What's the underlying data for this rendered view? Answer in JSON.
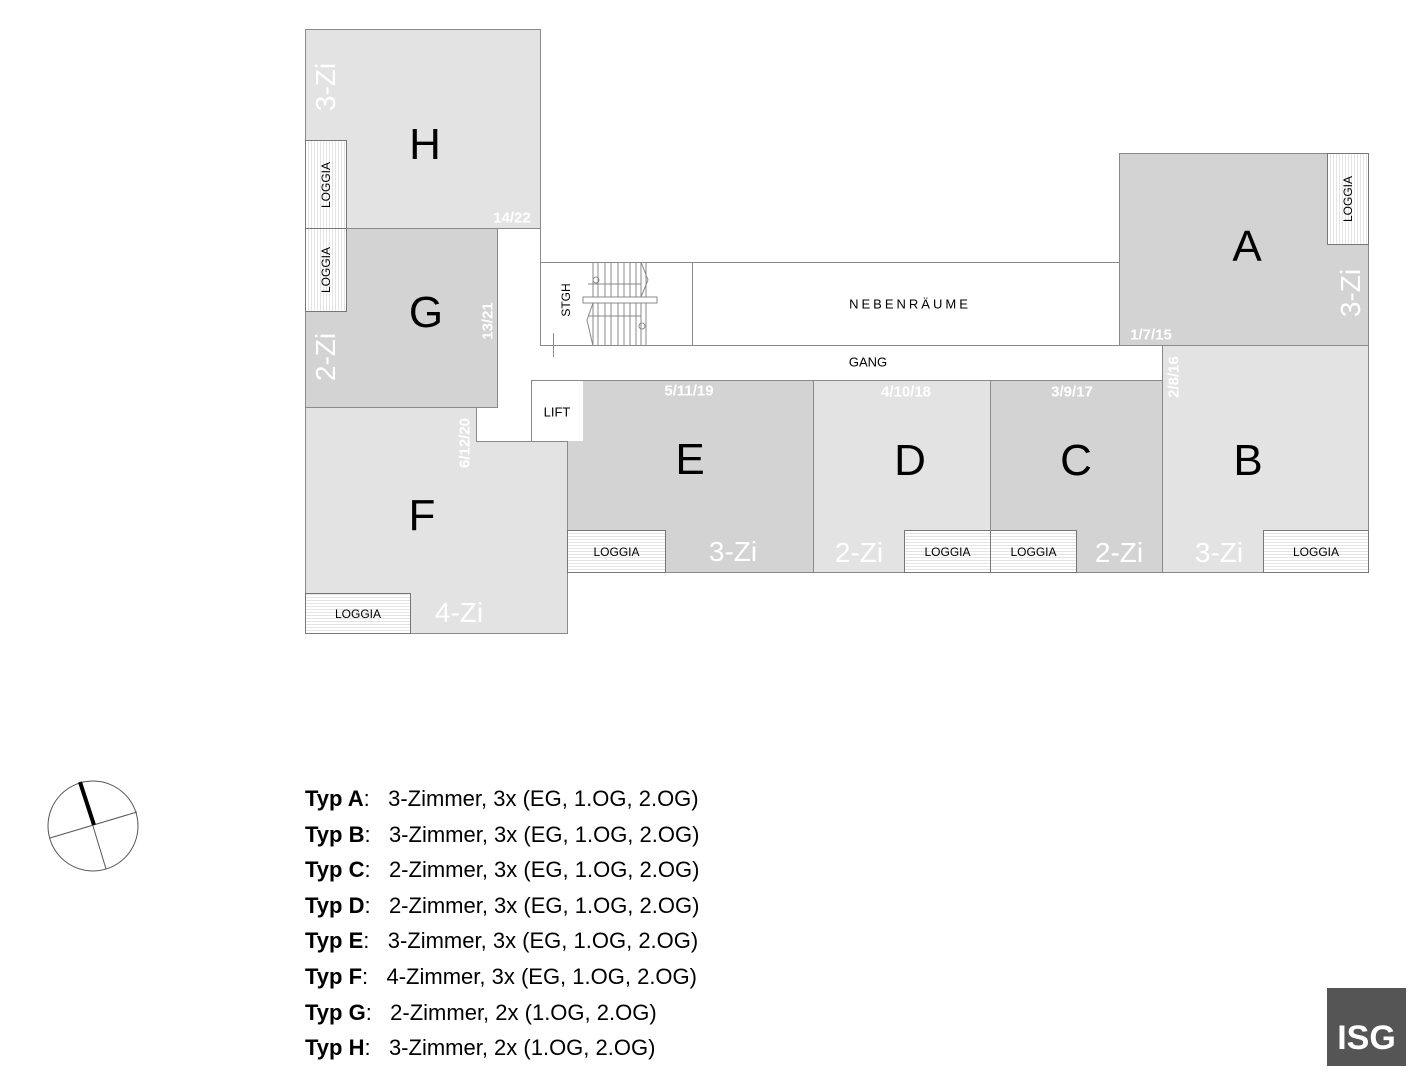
{
  "units": [
    {
      "letter": "H",
      "rooms": "3-Zi",
      "numbers": "14/22",
      "loggia": "LOGGIA",
      "shade": "light"
    },
    {
      "letter": "G",
      "rooms": "2-Zi",
      "numbers": "13/21",
      "loggia": "LOGGIA",
      "shade": "dark"
    },
    {
      "letter": "F",
      "rooms": "4-Zi",
      "numbers": "6/12/20",
      "loggia": "LOGGIA",
      "shade": "light"
    },
    {
      "letter": "E",
      "rooms": "3-Zi",
      "numbers": "5/11/19",
      "loggia": "LOGGIA",
      "shade": "dark"
    },
    {
      "letter": "D",
      "rooms": "2-Zi",
      "numbers": "4/10/18",
      "loggia": "LOGGIA",
      "shade": "light"
    },
    {
      "letter": "C",
      "rooms": "2-Zi",
      "numbers": "3/9/17",
      "loggia": "LOGGIA",
      "shade": "dark"
    },
    {
      "letter": "B",
      "rooms": "3-Zi",
      "numbers": "2/8/16",
      "loggia": "LOGGIA",
      "shade": "light"
    },
    {
      "letter": "A",
      "rooms": "3-Zi",
      "numbers": "1/7/15",
      "loggia": "LOGGIA",
      "shade": "dark"
    }
  ],
  "common": {
    "stair": "STGH",
    "storage": "NEBENRÄUME",
    "corridor": "GANG",
    "lift": "LIFT"
  },
  "legend": [
    {
      "type": "Typ A",
      "desc": "3-Zimmer, 3x (EG, 1.OG, 2.OG)"
    },
    {
      "type": "Typ B",
      "desc": "3-Zimmer, 3x (EG, 1.OG, 2.OG)"
    },
    {
      "type": "Typ C",
      "desc": "2-Zimmer, 3x (EG, 1.OG, 2.OG)"
    },
    {
      "type": "Typ D",
      "desc": "2-Zimmer, 3x (EG, 1.OG, 2.OG)"
    },
    {
      "type": "Typ E",
      "desc": "3-Zimmer, 3x (EG, 1.OG, 2.OG)"
    },
    {
      "type": "Typ F",
      "desc": "4-Zimmer, 3x (EG, 1.OG, 2.OG)"
    },
    {
      "type": "Typ G",
      "desc": "2-Zimmer, 2x (1.OG, 2.OG)"
    },
    {
      "type": "Typ H",
      "desc": "3-Zimmer, 2x (1.OG, 2.OG)"
    }
  ],
  "logo": "ISG",
  "colors": {
    "light": "#e3e3e3",
    "dark": "#d3d3d3",
    "logo_bg": "#555555"
  }
}
